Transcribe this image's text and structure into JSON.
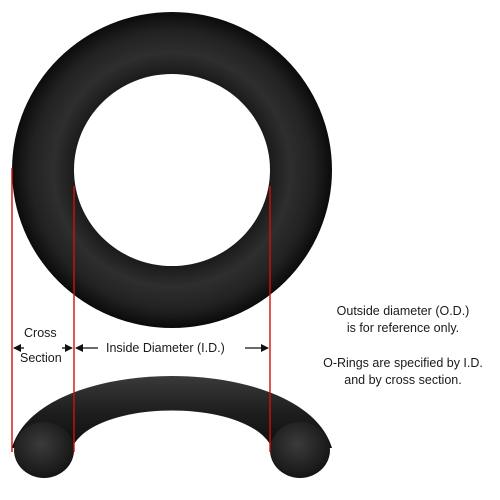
{
  "labels": {
    "cross_section_line1": "Cross",
    "cross_section_line2": "Section",
    "inside_diameter": "Inside Diameter (I.D.)"
  },
  "notes": {
    "od_line1": "Outside diameter (O.D.)",
    "od_line2": "is for reference only.",
    "spec_line1": "O-Rings are specified by I.D.",
    "spec_line2": "and by cross section."
  },
  "colors": {
    "ring": "#1c1c1c",
    "guide_line": "#d01010",
    "arrow": "#111111",
    "text": "#1a1a1a"
  }
}
